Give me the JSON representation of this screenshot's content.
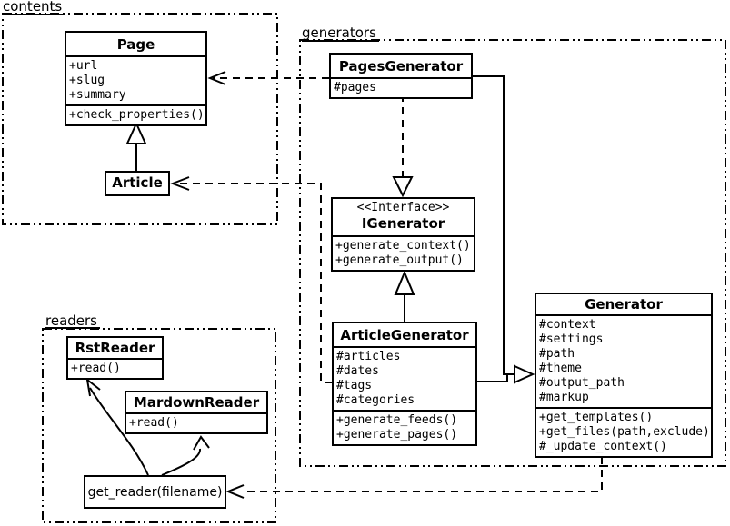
{
  "packages": {
    "contents": {
      "label": "contents"
    },
    "generators": {
      "label": "generators"
    },
    "readers": {
      "label": "readers"
    }
  },
  "classes": {
    "page": {
      "name": "Page",
      "attributes": [
        "+url",
        "+slug",
        "+summary"
      ],
      "methods": [
        "+check_properties()"
      ]
    },
    "article": {
      "name": "Article"
    },
    "pages_generator": {
      "name": "PagesGenerator",
      "attributes": [
        "#pages"
      ]
    },
    "igenerator": {
      "stereotype": "<<Interface>>",
      "name": "IGenerator",
      "methods": [
        "+generate_context()",
        "+generate_output()"
      ]
    },
    "article_generator": {
      "name": "ArticleGenerator",
      "attributes": [
        "#articles",
        "#dates",
        "#tags",
        "#categories"
      ],
      "methods": [
        "+generate_feeds()",
        "+generate_pages()"
      ]
    },
    "generator": {
      "name": "Generator",
      "attributes": [
        "#context",
        "#settings",
        "#path",
        "#theme",
        "#output_path",
        "#markup"
      ],
      "methods": [
        "+get_templates()",
        "+get_files(path,exclude)",
        "#_update_context()"
      ]
    },
    "rst_reader": {
      "name": "RstReader",
      "methods": [
        "+read()"
      ]
    },
    "mardown_reader": {
      "name": "MardownReader",
      "methods": [
        "+read()"
      ]
    },
    "get_reader": {
      "label": "get_reader(filename)"
    }
  },
  "relations": [
    {
      "from": "PagesGenerator",
      "to": "Page",
      "type": "dependency"
    },
    {
      "from": "ArticleGenerator",
      "to": "Article",
      "type": "dependency"
    },
    {
      "from": "PagesGenerator",
      "to": "IGenerator",
      "type": "realization"
    },
    {
      "from": "ArticleGenerator",
      "to": "IGenerator",
      "type": "inheritance"
    },
    {
      "from": "Article",
      "to": "Page",
      "type": "inheritance"
    },
    {
      "from": "PagesGenerator",
      "to": "Generator",
      "type": "inheritance"
    },
    {
      "from": "ArticleGenerator",
      "to": "Generator",
      "type": "inheritance"
    },
    {
      "from": "Generator",
      "to": "get_reader(filename)",
      "type": "dependency"
    },
    {
      "from": "get_reader(filename)",
      "to": "RstReader",
      "type": "association"
    },
    {
      "from": "get_reader(filename)",
      "to": "MardownReader",
      "type": "association"
    }
  ],
  "colors": {
    "line": "#000000",
    "background": "#ffffff"
  }
}
